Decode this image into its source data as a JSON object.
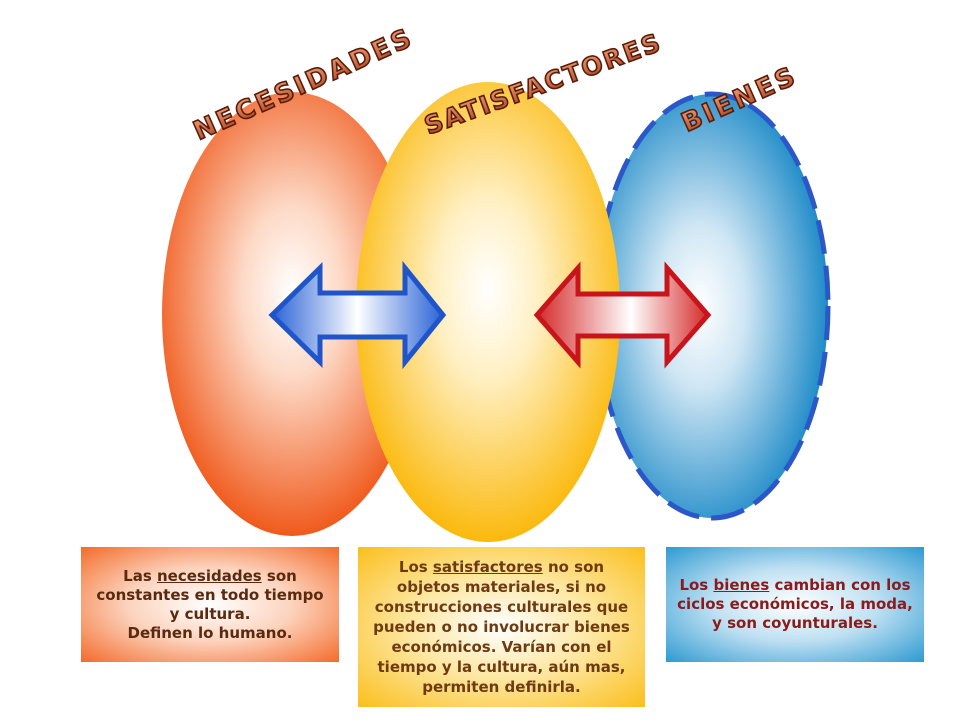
{
  "titles": {
    "necesidades": "NECESIDADES",
    "satisfactores": "SATISFACTORES",
    "bienes": "BIENES"
  },
  "boxes": {
    "necesidades": {
      "pre": "Las ",
      "keyword": "necesidades",
      "post": " son constantes en todo tiempo y cultura.",
      "line2": "Definen lo humano."
    },
    "satisfactores": {
      "pre": "Los ",
      "keyword": "satisfactores",
      "post": " no son objetos materiales, si no construcciones culturales que pueden o no involucrar bienes económicos. Varían con el tiempo y la cultura, aún mas, permiten definirla."
    },
    "bienes": {
      "pre": "Los ",
      "keyword": "bienes",
      "post": " cambian con los ciclos económicos, la moda, y son coyunturales."
    }
  },
  "colors": {
    "necesidades": "#f36b2a",
    "satisfactores": "#fbbf1c",
    "bienes": "#2d9ad2",
    "bienes_border": "#2b57c8",
    "arrow_blue": "#1f55c9",
    "arrow_red": "#c8141b",
    "title_fill": "#b8502d"
  }
}
